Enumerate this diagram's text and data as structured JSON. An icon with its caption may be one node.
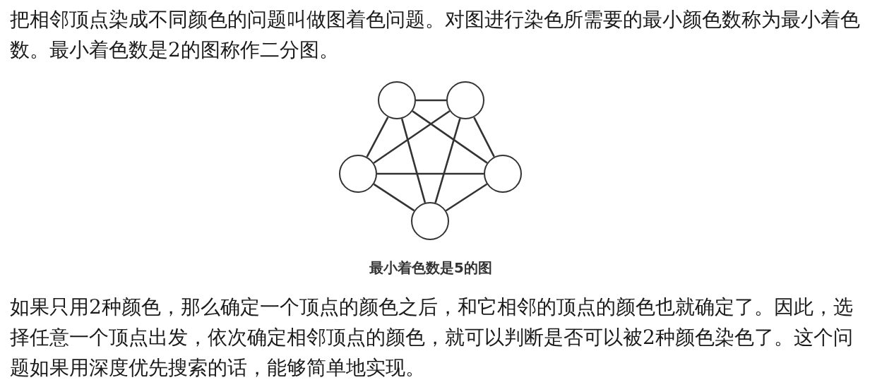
{
  "diagram": {
    "caption": "最小着色数是5的图",
    "nodes": [
      {
        "text": [],
        "shape": "circle"
      },
      {
        "text": [],
        "shape": "circle"
      },
      {
        "text": [],
        "shape": "circle"
      },
      {
        "text": [],
        "shape": "circle"
      },
      {
        "text": [],
        "shape": "circle"
      }
    ],
    "edges": [
      {
        "from": 0,
        "to": 1,
        "arrow": "none"
      },
      {
        "from": 0,
        "to": 2,
        "arrow": "none"
      },
      {
        "from": 0,
        "to": 3,
        "arrow": "none"
      },
      {
        "from": 0,
        "to": 4,
        "arrow": "none"
      },
      {
        "from": 1,
        "to": 2,
        "arrow": "none"
      },
      {
        "from": 1,
        "to": 3,
        "arrow": "none"
      },
      {
        "from": 1,
        "to": 4,
        "arrow": "none"
      },
      {
        "from": 2,
        "to": 3,
        "arrow": "none"
      },
      {
        "from": 2,
        "to": 4,
        "arrow": "none"
      },
      {
        "from": 3,
        "to": 4,
        "arrow": "none"
      }
    ],
    "labels": [
      "把相邻顶点染成不同颜色的问题叫做图着色问题。对图进行染色所需要的最小颜色数称为最小着色数。最小着色数是2的图称作二分图。",
      "如果只用2种颜色，那么确定一个顶点的颜色之后，和它相邻的顶点的颜色也就确定了。因此，选择任意一个顶点出发，依次确定相邻顶点的颜色，就可以判断是否可以被2种颜色染色了。这个问题如果用深度优先搜索的话，能够简单地实现。"
    ]
  }
}
